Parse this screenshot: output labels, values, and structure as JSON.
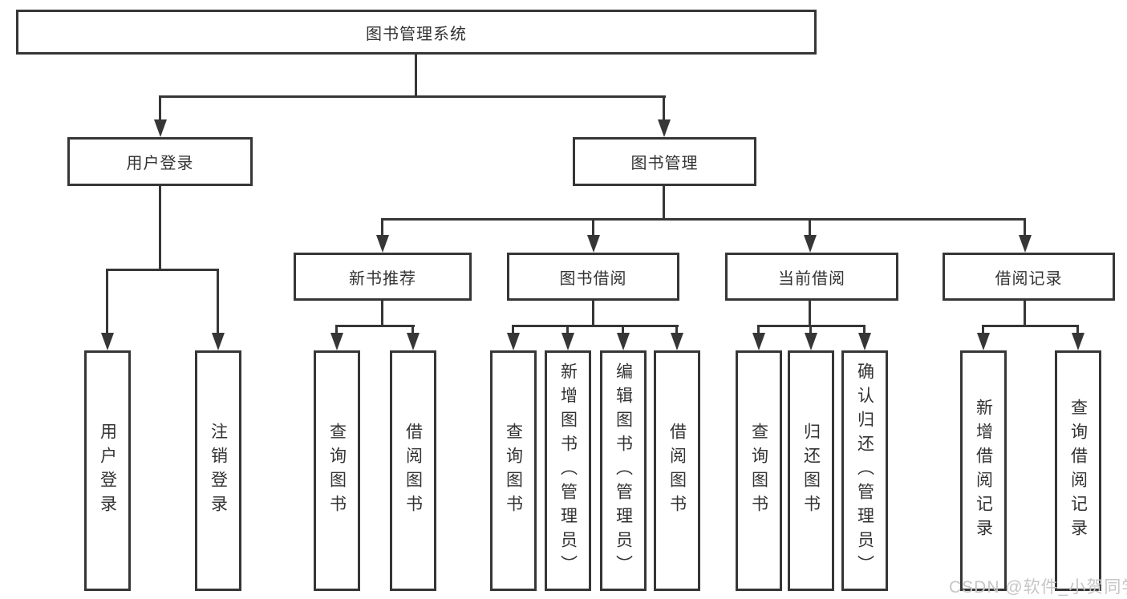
{
  "diagram": {
    "type": "tree",
    "orientation": "top-down",
    "root": {
      "label": "图书管理系统",
      "children": [
        {
          "label": "用户登录",
          "children": [
            {
              "label": "用户登录"
            },
            {
              "label": "注销登录"
            }
          ]
        },
        {
          "label": "图书管理",
          "children": [
            {
              "label": "新书推荐",
              "children": [
                {
                  "label": "查询图书"
                },
                {
                  "label": "借阅图书"
                }
              ]
            },
            {
              "label": "图书借阅",
              "children": [
                {
                  "label": "查询图书"
                },
                {
                  "label": "新增图书（管理员）"
                },
                {
                  "label": "编辑图书（管理员）"
                },
                {
                  "label": "借阅图书"
                }
              ]
            },
            {
              "label": "当前借阅",
              "children": [
                {
                  "label": "查询图书"
                },
                {
                  "label": "归还图书"
                },
                {
                  "label": "确认归还（管理员）"
                }
              ]
            },
            {
              "label": "借阅记录",
              "children": [
                {
                  "label": "新增借阅记录"
                },
                {
                  "label": "查询借阅记录"
                }
              ]
            }
          ]
        }
      ]
    }
  },
  "watermark": {
    "text": "CSDN @软件_小贺同学"
  },
  "colors": {
    "line": "#363636",
    "text": "#333333",
    "watermark": "#c6c6c6",
    "background": "#ffffff"
  }
}
